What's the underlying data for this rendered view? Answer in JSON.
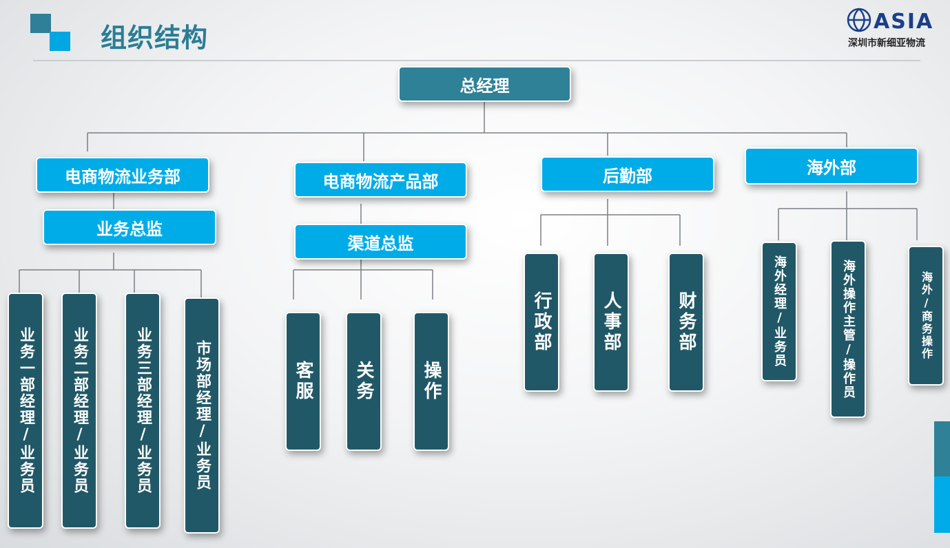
{
  "header": {
    "title": "组织结构"
  },
  "logo": {
    "word": "ASIA",
    "subtitle": "深圳市新细亚物流"
  },
  "colors": {
    "teal": "#2e8197",
    "cyan": "#00ace8",
    "dark": "#215867",
    "title": "#2b7d95"
  },
  "org": {
    "root": "总经理",
    "departments": [
      {
        "name": "电商物流业务部",
        "sub": "业务总监",
        "children": [
          "业务一部经理/业务员",
          "业务二部经理/业务员",
          "业务三部经理/业务员",
          "市场部经理/业务员"
        ]
      },
      {
        "name": "电商物流产品部",
        "sub": "渠道总监",
        "children": [
          "客服",
          "关务",
          "操作"
        ]
      },
      {
        "name": "后勤部",
        "children": [
          "行政部",
          "人事部",
          "财务部"
        ]
      },
      {
        "name": "海外部",
        "children": [
          "海外经理/业务员",
          "海外操作主管/操作员",
          "海外/商务操作"
        ]
      }
    ]
  }
}
